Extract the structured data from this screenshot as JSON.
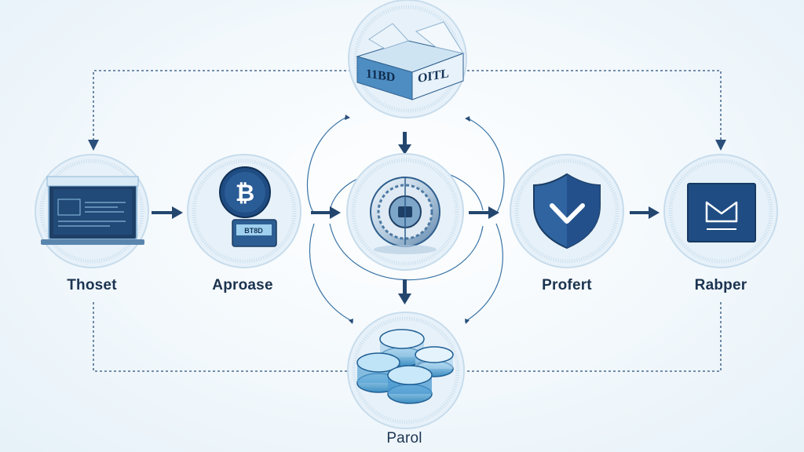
{
  "nodes": {
    "left": {
      "label": "Thoset"
    },
    "second": {
      "label": "Aproase"
    },
    "center": {
      "label": ""
    },
    "fourth": {
      "label": "Profert"
    },
    "right": {
      "label": "Rabper"
    },
    "top": {
      "box_text_left": "11BD",
      "box_text_right": "OITL"
    },
    "bottom": {
      "label": "Parol"
    }
  },
  "icons": {
    "left": "laptop-dashboard-icon",
    "second": "bitcoin-coin-card-icon",
    "center": "vault-lock-icon",
    "fourth": "shield-check-icon",
    "right": "mail-envelope-icon",
    "top": "box-package-icon",
    "bottom": "stacked-coins-icon"
  },
  "second_card_text": "BT8D",
  "colors": {
    "primary": "#2f5f8e",
    "dark": "#1e3f66",
    "arrow": "#2a4f7a",
    "circle": "#dcebf6"
  }
}
